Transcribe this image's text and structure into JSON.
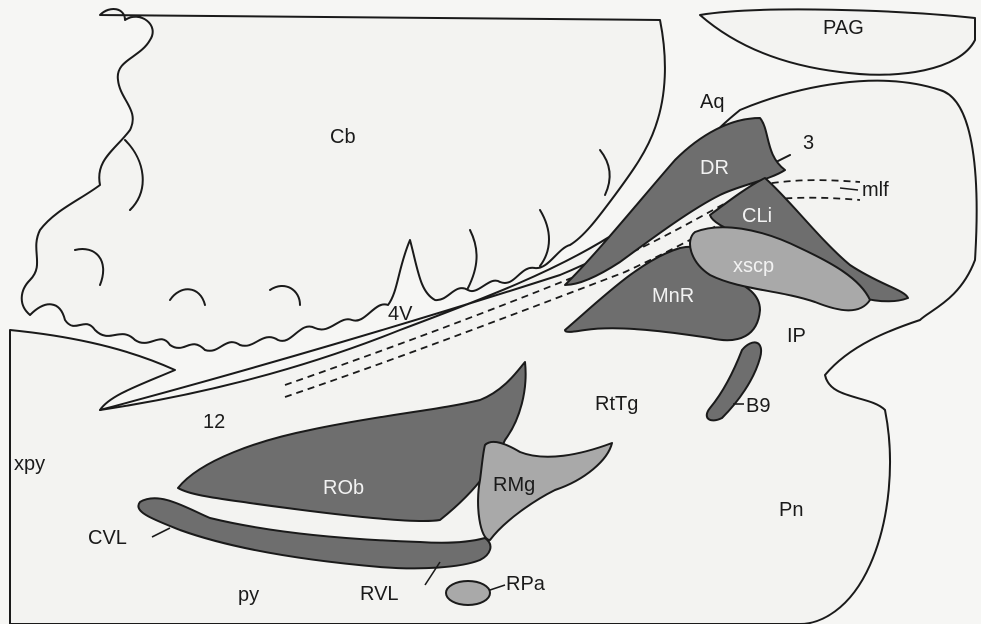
{
  "labels": {
    "pag": "PAG",
    "aq": "Aq",
    "cb": "Cb",
    "three": "3",
    "dr": "DR",
    "mlf": "mlf",
    "cli": "CLi",
    "xscp": "xscp",
    "mnr": "MnR",
    "fourv": "4V",
    "ip": "IP",
    "rttg": "RtTg",
    "b9": "B9",
    "twelve": "12",
    "xpy": "xpy",
    "rob": "ROb",
    "rmg": "RMg",
    "pn": "Pn",
    "cvl": "CVL",
    "py": "py",
    "rvl": "RVL",
    "rpa": "RPa"
  },
  "colors": {
    "background": "#f6f6f4",
    "stroke": "#1a1a1a",
    "dark_nucleus": "#6e6e6e",
    "light_nucleus": "#a9a9a9"
  }
}
